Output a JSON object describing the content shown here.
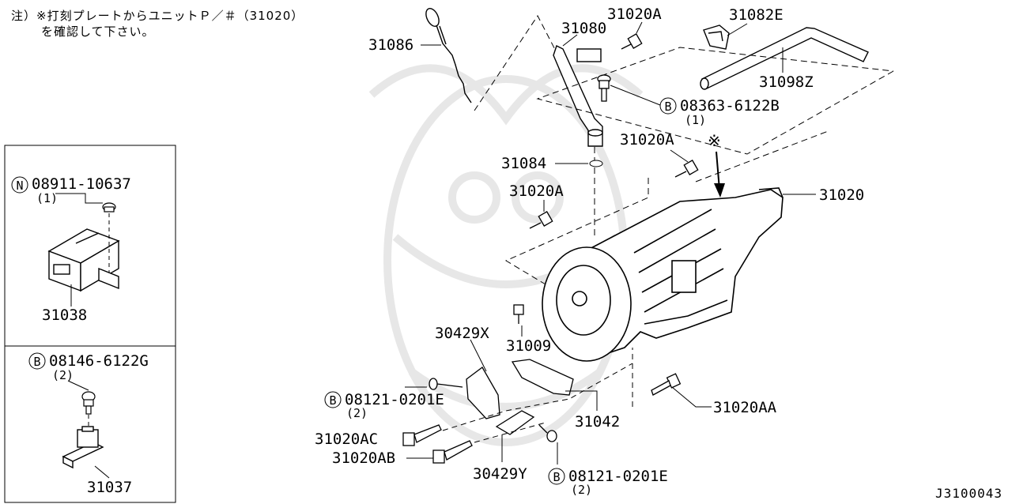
{
  "note": {
    "line1": "注）※打刻プレートからユニットＰ／＃（31020）",
    "line2": "を確認して下さい。"
  },
  "diagram_code": "J3100043",
  "parts": {
    "p31086": "31086",
    "p31080": "31080",
    "p31020A_top": "31020A",
    "p31082E": "31082E",
    "p31098Z": "31098Z",
    "b08363": "08363-6122B",
    "b08363_qty": "(1)",
    "p31020A_mid": "31020A",
    "p31084": "31084",
    "p31020A_left": "31020A",
    "p31020": "31020",
    "mark": "※",
    "p30429X": "30429X",
    "p31009": "31009",
    "b08121_a": "08121-0201E",
    "b08121_a_qty": "(2)",
    "p31042": "31042",
    "p31020AA": "31020AA",
    "p31020AC": "31020AC",
    "p31020AB": "31020AB",
    "p30429Y": "30429Y",
    "b08121_b": "08121-0201E",
    "b08121_b_qty": "(2)"
  },
  "inset_top": {
    "prefix": "N",
    "part": "08911-10637",
    "qty": "(1)",
    "label": "31038"
  },
  "inset_bottom": {
    "prefix": "B",
    "part": "08146-6122G",
    "qty": "(2)",
    "label": "31037"
  },
  "prefix_b": "B"
}
